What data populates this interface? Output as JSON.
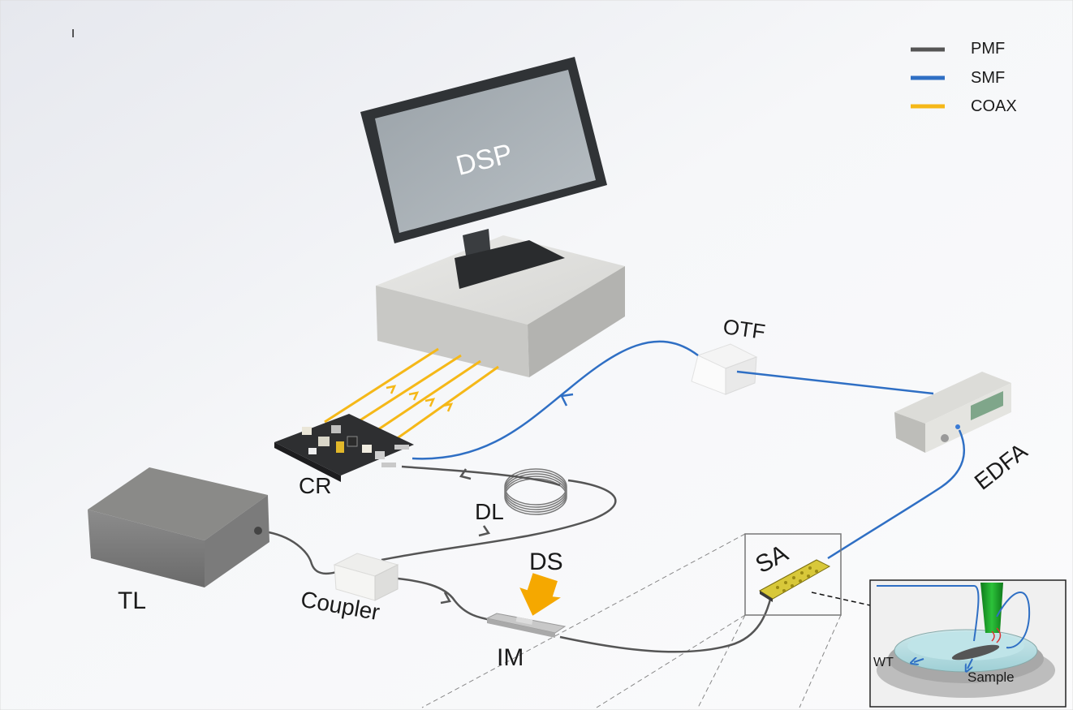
{
  "legend": {
    "items": [
      {
        "label": "PMF",
        "color": "#555555"
      },
      {
        "label": "SMF",
        "color": "#2f6fc4"
      },
      {
        "label": "COAX",
        "color": "#f5b818"
      }
    ]
  },
  "labels": {
    "dsp": "DSP",
    "otf": "OTF",
    "edfa": "EDFA",
    "cr": "CR",
    "dl": "DL",
    "tl": "TL",
    "coupler": "Coupler",
    "ds": "DS",
    "im": "IM",
    "sa": "SA"
  },
  "inset": {
    "wt": "WT",
    "sample": "Sample"
  },
  "colors": {
    "pmf": "#555555",
    "smf": "#2f6fc4",
    "coax": "#f5b818",
    "ds_arrow": "#f5a800",
    "probe": "#1f9e2a",
    "background": "#f4f5f8"
  }
}
